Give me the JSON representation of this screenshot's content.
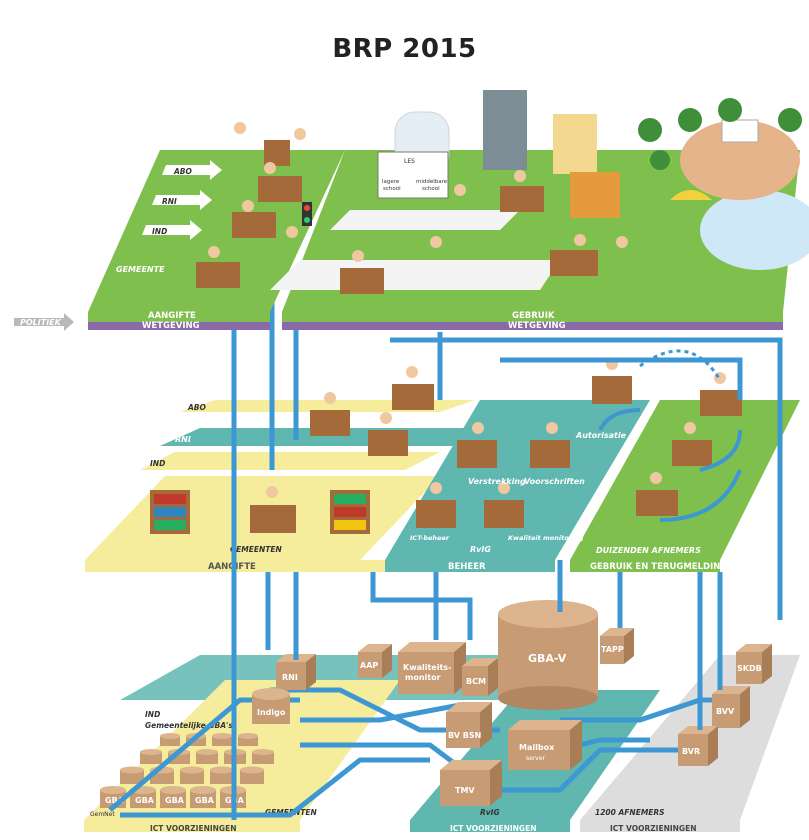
{
  "title": "BRP 2015",
  "politiek": "POLITIEK",
  "top_level": {
    "left_footer": [
      "AANGIFTE",
      "WETGEVING"
    ],
    "right_footer": [
      "GEBRUIK",
      "WETGEVING"
    ],
    "arrows": [
      "ABO",
      "RNI",
      "IND"
    ],
    "gemeente": "GEMEENTE",
    "board": {
      "title": "LES",
      "left": "lagere school",
      "right": "middelbare school"
    }
  },
  "middle_level": {
    "strips": [
      "ABO",
      "RNI",
      "IND"
    ],
    "left_label": "GEMEENTEN",
    "left_footer": "AANGIFTE",
    "center_footer": "BEHEER",
    "right_label": "DUIZENDEN AFNEMERS",
    "right_footer": "GEBRUIK EN TERUGMELDING",
    "desk_labels": [
      "Verstrekking",
      "Voorschriften",
      "Autorisatie",
      "ICT-beheer",
      "RvIG",
      "Kwaliteit monitoring"
    ]
  },
  "bottom_level": {
    "left_footer": "ICT VOORZIENINGEN",
    "center_footer": "ICT VOORZIENINGEN",
    "right_footer": "ICT VOORZIENINGEN",
    "left_label": "GEMEENTEN",
    "center_label": "RvIG",
    "right_label": "1200 AFNEMERS",
    "ind_label": "IND",
    "gba_label": "Gemeentelijke GBA's",
    "gemnet": "GemNet",
    "boxes": [
      "RNI",
      "Indigo",
      "AAP",
      "Kwaliteits-monitor",
      "BCM",
      "GBA-V",
      "TAPP",
      "BV BSN",
      "Mailbox server",
      "TMV",
      "SKDB",
      "BVV",
      "BVR"
    ],
    "gba_cells": [
      "GBA",
      "GBA",
      "GBA",
      "GBA",
      "GBA"
    ]
  },
  "colors": {
    "green": "#7fbf4d",
    "teal": "#5fb7b0",
    "yellow": "#f5ec9c",
    "purple": "#8a6aa8",
    "pipe": "#3c97d3",
    "brown": "#c79b73"
  }
}
